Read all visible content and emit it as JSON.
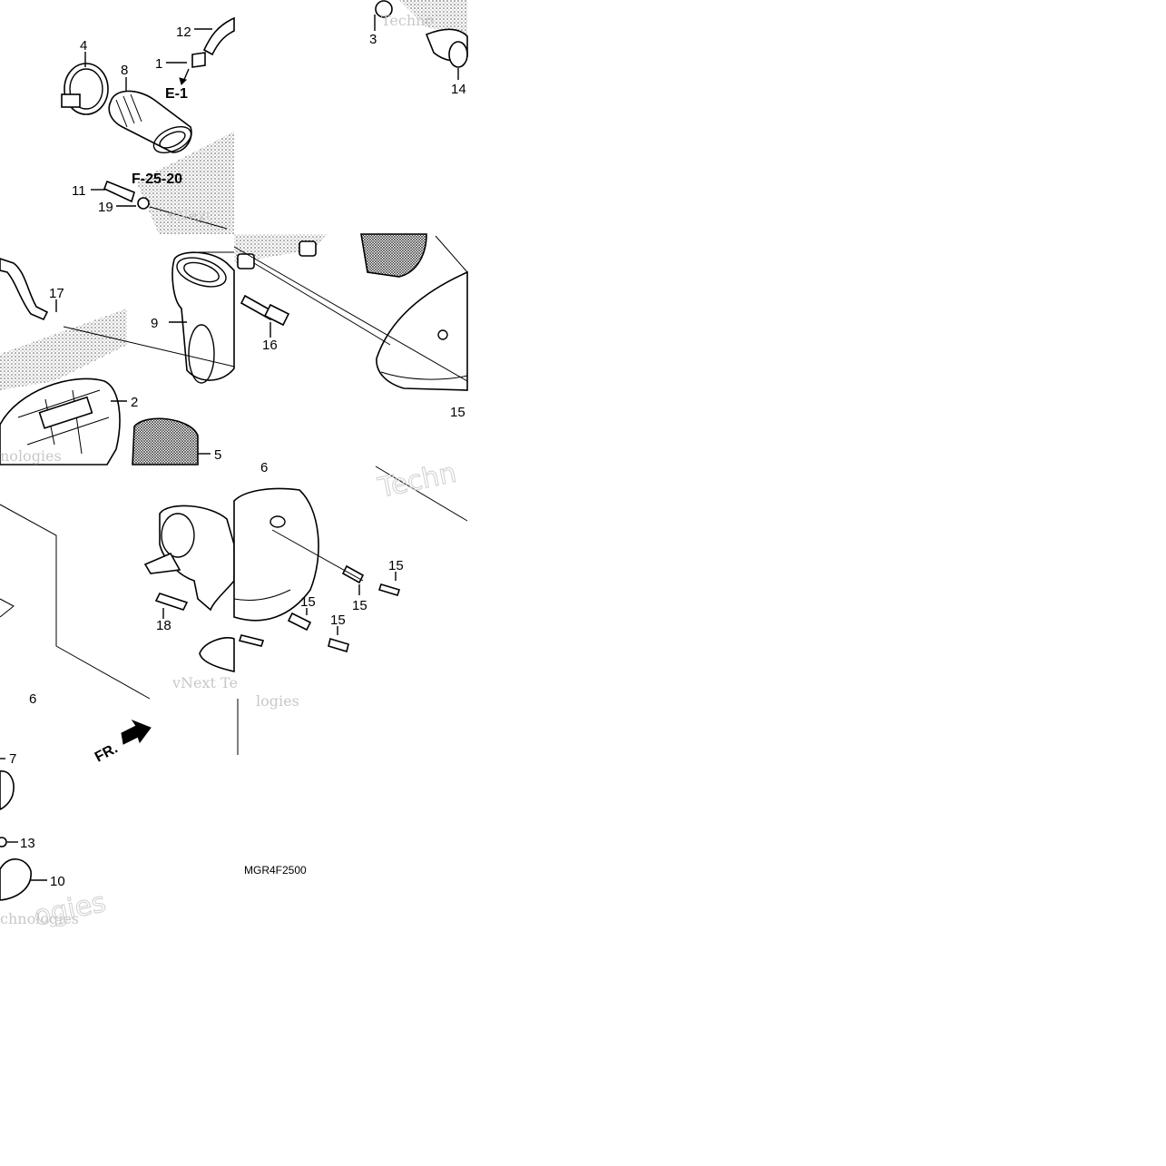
{
  "diagram": {
    "drawing_code": "MGR4F2500",
    "front_marker": "FR.",
    "references": [
      "E-1",
      "F-25-20"
    ],
    "callouts": [
      "1",
      "2",
      "3",
      "4",
      "5",
      "6",
      "7",
      "8",
      "9",
      "10",
      "11",
      "12",
      "13",
      "14",
      "15",
      "16",
      "17",
      "18",
      "19"
    ],
    "watermarks": [
      "vNext Technologies",
      "Technologies"
    ]
  }
}
